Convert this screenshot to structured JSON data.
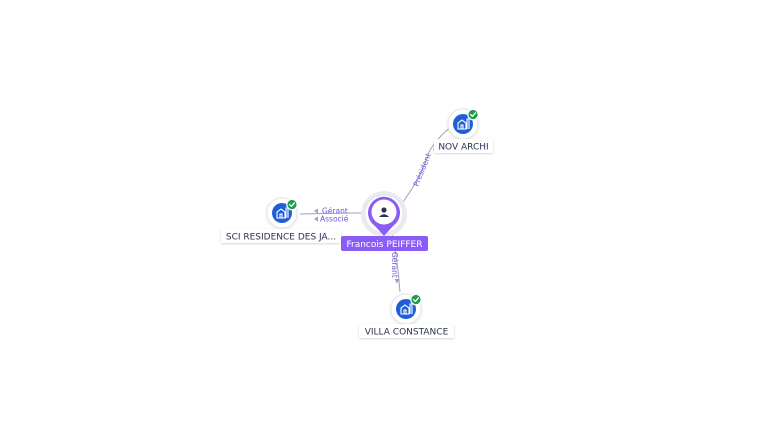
{
  "person": {
    "name": "Francois PEIFFER",
    "icon": "person-icon",
    "color": "#8a5cf6"
  },
  "companies": [
    {
      "id": "nov",
      "name": "NOV ARCHI",
      "icon": "building-icon",
      "verified": true
    },
    {
      "id": "sci",
      "name": "SCI RESIDENCE DES JA...",
      "icon": "building-icon",
      "verified": true
    },
    {
      "id": "villa",
      "name": "VILLA CONSTANCE",
      "icon": "building-icon",
      "verified": true
    }
  ],
  "relations": [
    {
      "to": "nov",
      "labels": [
        "Président"
      ]
    },
    {
      "to": "sci",
      "labels": [
        "Gérant",
        "Associé"
      ]
    },
    {
      "to": "villa",
      "labels": [
        "Gérant"
      ]
    }
  ],
  "colors": {
    "company": "#1e5fd8",
    "verified_badge": "#1f9d4a",
    "edge": "#9aa3b5",
    "edge_label": "#6b5bd6"
  }
}
